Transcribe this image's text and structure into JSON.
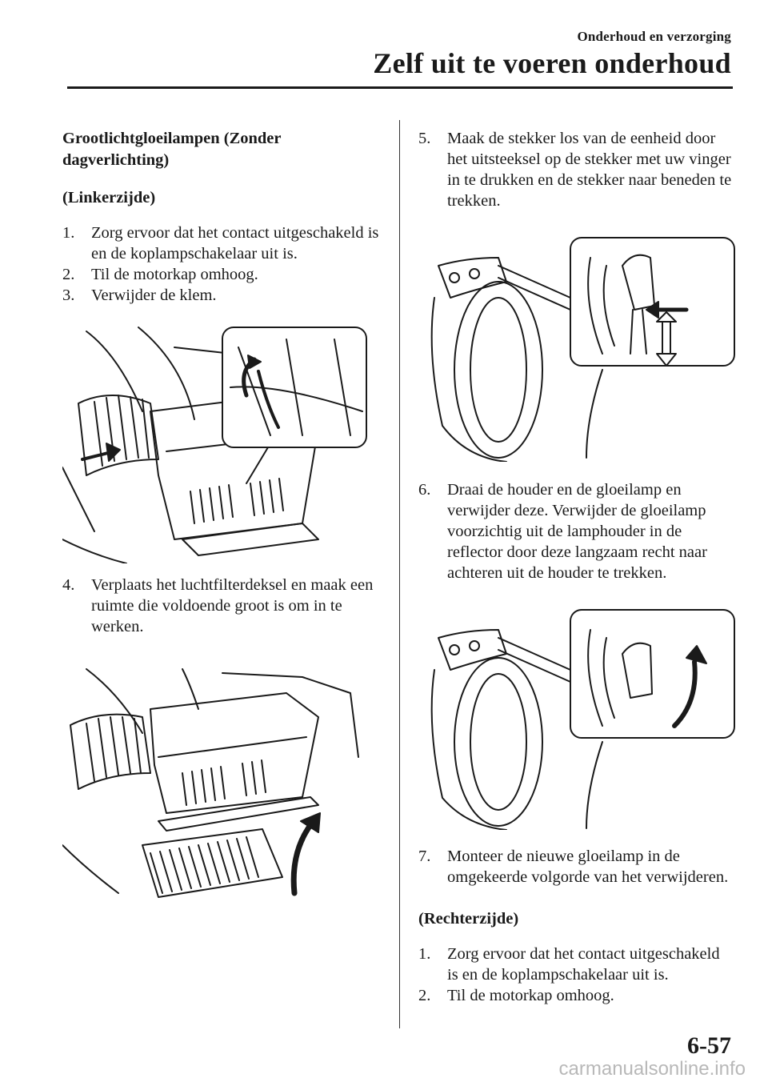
{
  "header": {
    "section": "Onderhoud en verzorging",
    "title": "Zelf uit te voeren onderhoud"
  },
  "left": {
    "heading": "Grootlichtgloeilampen (Zonder dagverlichting)",
    "subheading": "(Linkerzijde)",
    "steps": [
      {
        "num": "1.",
        "text": "Zorg ervoor dat het contact uitgeschakeld is en de koplampschakelaar uit is."
      },
      {
        "num": "2.",
        "text": "Til de motorkap omhoog."
      },
      {
        "num": "3.",
        "text": "Verwijder de klem."
      },
      {
        "num": "4.",
        "text": "Verplaats het luchtfilterdeksel en maak een ruimte die voldoende groot is om in te werken."
      }
    ]
  },
  "right": {
    "steps": [
      {
        "num": "5.",
        "text": "Maak de stekker los van de eenheid door het uitsteeksel op de stekker met uw vinger in te drukken en de stekker naar beneden te trekken."
      },
      {
        "num": "6.",
        "text": "Draai de houder en de gloeilamp en verwijder deze. Verwijder de gloeilamp voorzichtig uit de lamphouder in de reflector door deze langzaam recht naar achteren uit de houder te trekken."
      },
      {
        "num": "7.",
        "text": "Monteer de nieuwe gloeilamp in de omgekeerde volgorde van het verwijderen."
      }
    ],
    "subheading": "(Rechterzijde)",
    "steps2": [
      {
        "num": "1.",
        "text": "Zorg ervoor dat het contact uitgeschakeld is en de koplampschakelaar uit is."
      },
      {
        "num": "2.",
        "text": "Til de motorkap omhoog."
      }
    ]
  },
  "footer": {
    "page_number": "6-57",
    "watermark": "carmanualsonline.info"
  }
}
